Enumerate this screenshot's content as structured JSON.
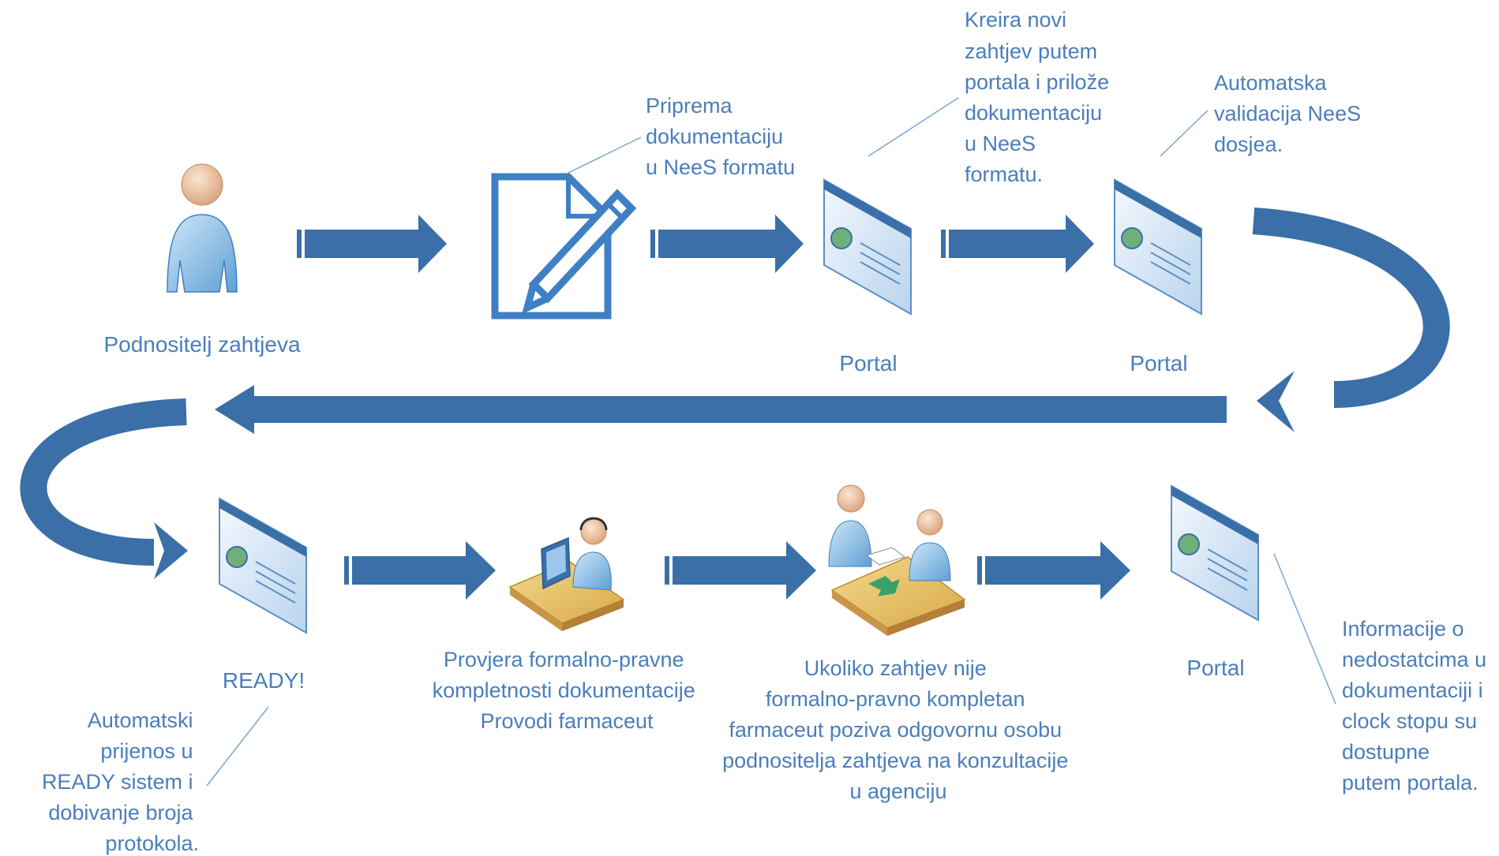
{
  "colors": {
    "arrow": "#3a6fa8",
    "arrow_light": "#5b8fc7",
    "text": "#4a7ebb",
    "callout_line": "#7aa6d6"
  },
  "nodes": {
    "applicant": {
      "icon": "person-icon",
      "label": "Podnositelj zahtjeva"
    },
    "document": {
      "icon": "document-pencil-icon"
    },
    "portal1": {
      "icon": "portal-window-icon",
      "label": "Portal"
    },
    "portal2": {
      "icon": "portal-window-icon",
      "label": "Portal"
    },
    "ready": {
      "icon": "portal-window-icon",
      "label": "READY!"
    },
    "pharmacist": {
      "icon": "operator-desk-icon",
      "label": [
        "Provjera formalno-pravne",
        "kompletnosti dokumentacije",
        "Provodi farmaceut"
      ]
    },
    "consultation": {
      "icon": "meeting-icon",
      "label": [
        "Ukoliko zahtjev nije",
        "formalno-pravno kompletan",
        "farmaceut poziva odgovornu osobu",
        "podnositelja zahtjeva na konzultacije",
        "u agenciju"
      ]
    },
    "portal3": {
      "icon": "portal-window-icon",
      "label": "Portal"
    }
  },
  "callouts": {
    "prepare": [
      "Priprema",
      "dokumentaciju",
      "u NeeS formatu"
    ],
    "create": [
      "Kreira novi",
      "zahtjev putem",
      "portala i priložе",
      "dokumentaciju",
      "u NeeS",
      "formatu."
    ],
    "validate": [
      "Automatska",
      "validacija NeeS",
      "dosjea."
    ],
    "transfer": [
      "Automatski",
      "prijenos u",
      "READY sistem i",
      "dobivanje broja",
      "protokola."
    ],
    "info": [
      "Informacije o",
      "nedostatcima u",
      "dokumentaciji i",
      "clock stopu su",
      "dostupne",
      "putem portala."
    ]
  }
}
